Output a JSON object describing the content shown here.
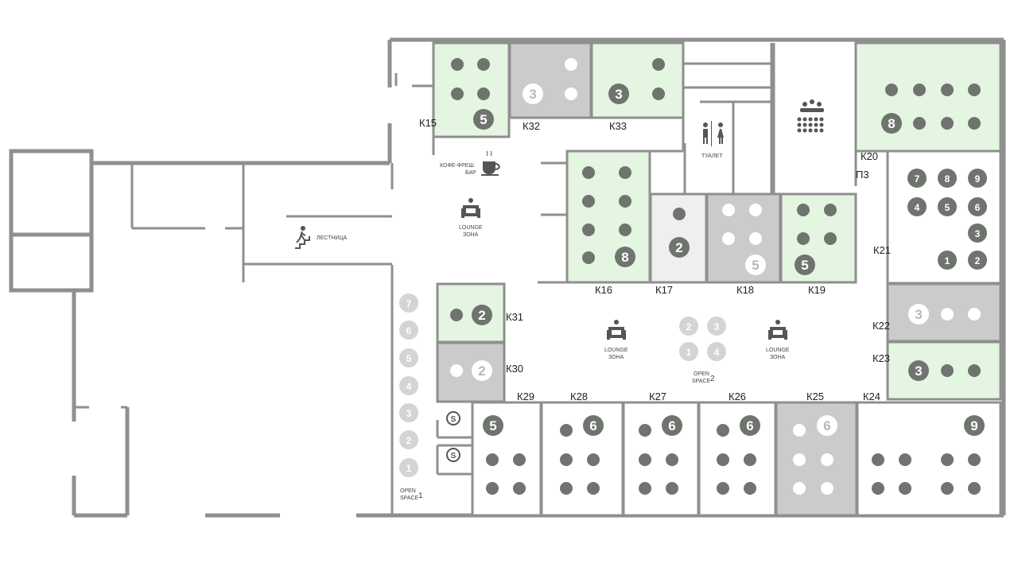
{
  "colors": {
    "wall": "#8f8f8f",
    "free": "#e4f5e2",
    "busy": "#cbcbcb",
    "light": "#efefef",
    "dot_dark": "#6f746e",
    "dot_light": "#ffffff",
    "dot_pale": "#d4d4d4"
  },
  "rooms": [
    {
      "label": "К15",
      "status": "free"
    },
    {
      "label": "К32",
      "status": "busy"
    },
    {
      "label": "К33",
      "status": "free"
    },
    {
      "label": "К20",
      "status": "free"
    },
    {
      "label": "П3",
      "status": "none"
    },
    {
      "label": "К16",
      "status": "free"
    },
    {
      "label": "К17",
      "status": "light"
    },
    {
      "label": "К18",
      "status": "busy"
    },
    {
      "label": "К19",
      "status": "free"
    },
    {
      "label": "К21",
      "status": "none"
    },
    {
      "label": "К31",
      "status": "free"
    },
    {
      "label": "К30",
      "status": "busy"
    },
    {
      "label": "К22",
      "status": "busy"
    },
    {
      "label": "К23",
      "status": "free"
    },
    {
      "label": "К29",
      "status": "none"
    },
    {
      "label": "К28",
      "status": "none"
    },
    {
      "label": "К27",
      "status": "none"
    },
    {
      "label": "К26",
      "status": "none"
    },
    {
      "label": "К25",
      "status": "busy"
    },
    {
      "label": "К24",
      "status": "none"
    }
  ],
  "capacities": {
    "k15": "5",
    "k32": "3",
    "k33": "3",
    "k20": "8",
    "k16": "8",
    "k17": "2",
    "k18": "5",
    "k19": "5",
    "k31": "2",
    "k30": "2",
    "k22": "3",
    "k23": "3",
    "k29": "5",
    "k28": "6",
    "k27": "6",
    "k26": "6",
    "k25": "6",
    "k24": "9"
  },
  "amenities": {
    "coffee_line1": "КОФЕ-ФРЕШ",
    "coffee_line2": "БАР",
    "stairs": "ЛЕСТНИЦА",
    "toilet": "ТУАЛЕТ",
    "lounge_line1": "LOUNGE",
    "lounge_line2": "ЗОНА",
    "openspace_line1": "OPEN",
    "openspace_line2": "SPACE"
  },
  "open_space_1": {
    "number": "1",
    "seats": [
      "7",
      "6",
      "5",
      "4",
      "3",
      "2",
      "1"
    ]
  },
  "open_space_2": {
    "number": "2",
    "seats": [
      "2",
      "3",
      "1",
      "4"
    ]
  },
  "k21_seats": [
    "7",
    "8",
    "9",
    "4",
    "5",
    "6",
    "3",
    "1",
    "2"
  ]
}
